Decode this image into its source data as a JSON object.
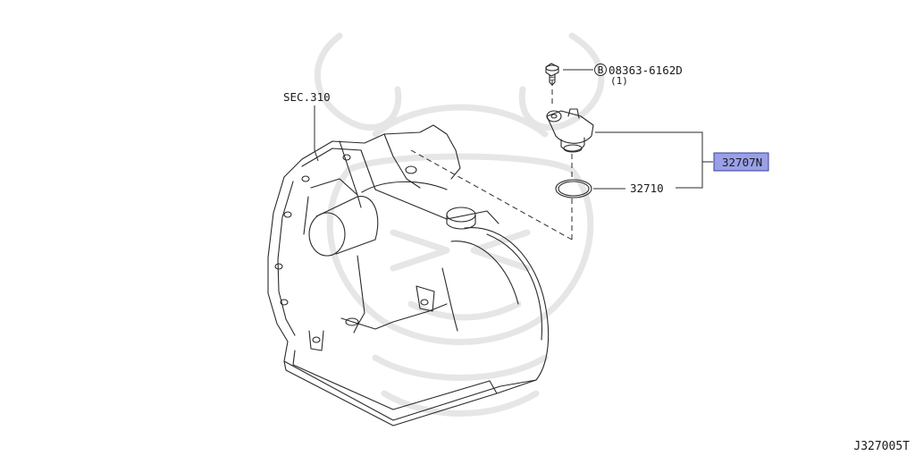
{
  "callouts": {
    "section_ref": "SEC.310",
    "bolt_symbol": "B",
    "bolt_part": "08363-6162D",
    "bolt_qty": "(1)",
    "sensor_part": "32707N",
    "oring_part": "32710"
  },
  "figure_code": "J327005T",
  "colors": {
    "highlight_fill": "#9aa0e8",
    "highlight_stroke": "#3a3f9a",
    "line": "#2a2a2a",
    "watermark": "#e6e6e6"
  }
}
